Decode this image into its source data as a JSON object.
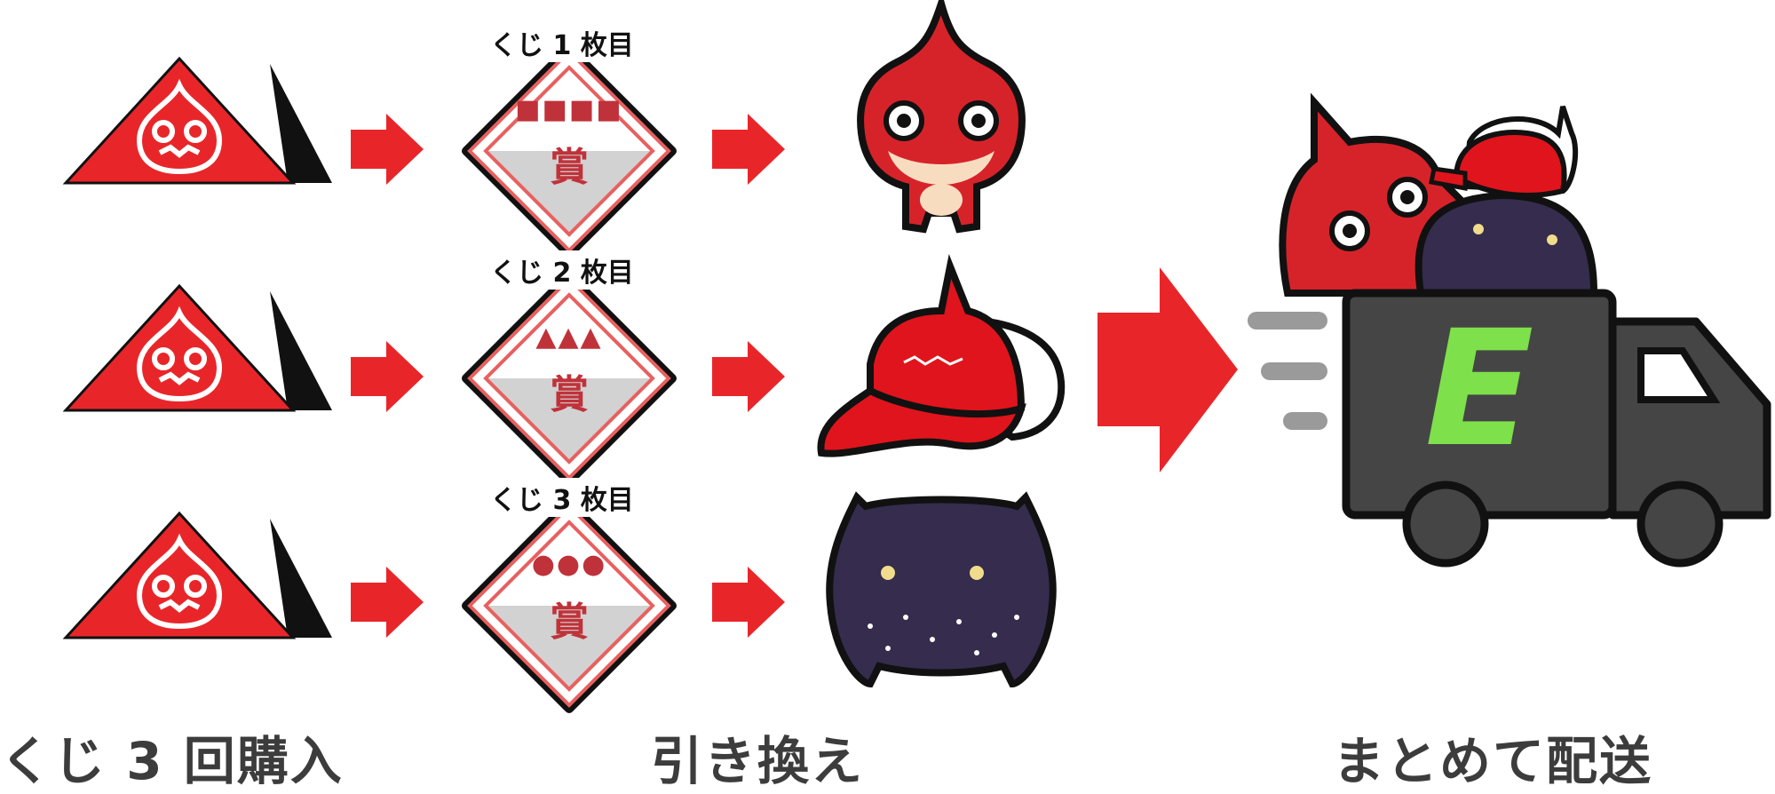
{
  "tickets": [
    {
      "label": "くじ 1 枚目",
      "prize_mark": "■■■■",
      "prize_char": "賞",
      "item": "character-figure"
    },
    {
      "label": "くじ 2 枚目",
      "prize_mark": "▲▲▲",
      "prize_char": "賞",
      "item": "red-cap"
    },
    {
      "label": "くじ 3 枚目",
      "prize_mark": "●●●",
      "prize_char": "賞",
      "item": "dark-plush"
    }
  ],
  "steps": {
    "purchase": "くじ 3 回購入",
    "exchange": "引き換え",
    "ship": "まとめて配送"
  },
  "truck_logo": "E",
  "colors": {
    "red": "#e8262a",
    "prize_red": "#c0323a",
    "truck": "#454545",
    "logo_green": "#7ee04a",
    "plush": "#352c4e"
  }
}
